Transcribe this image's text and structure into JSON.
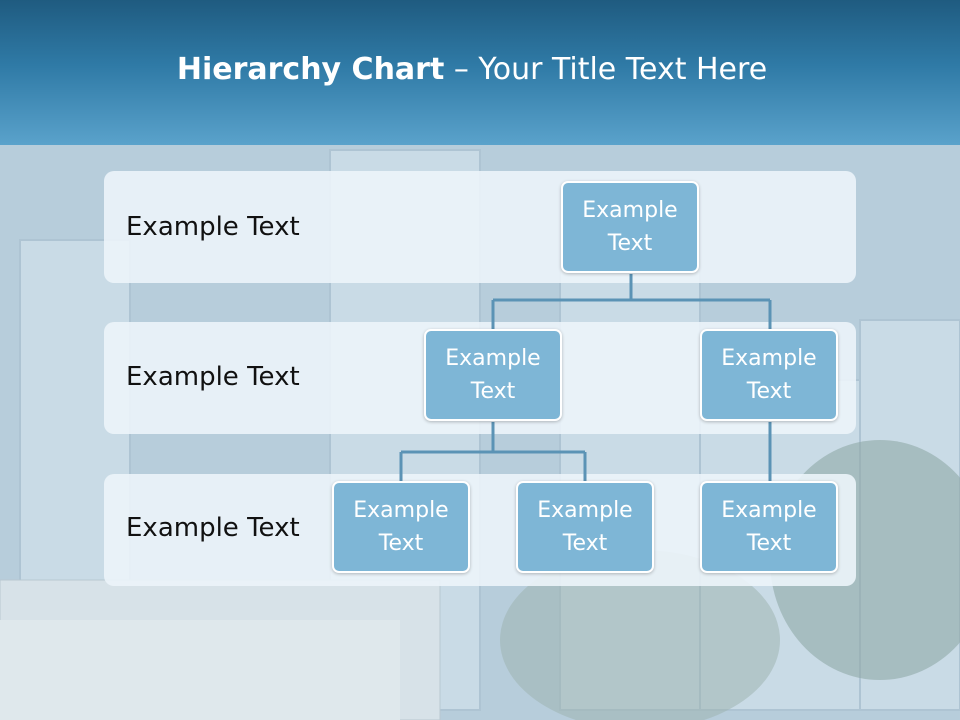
{
  "title": {
    "bold": "Hierarchy Chart",
    "rest": " – Your Title Text Here"
  },
  "levels": [
    {
      "label": "Example Text"
    },
    {
      "label": "Example Text"
    },
    {
      "label": "Example Text"
    }
  ],
  "nodes": {
    "root": "Example Text",
    "level2_left": "Example Text",
    "level2_right": "Example Text",
    "level3_left": "Example Text",
    "level3_middle": "Example Text",
    "level3_right": "Example Text"
  },
  "colors": {
    "header": "#2f7aa6",
    "node_fill": "#7eb6d6",
    "connector": "#5b93b5"
  }
}
